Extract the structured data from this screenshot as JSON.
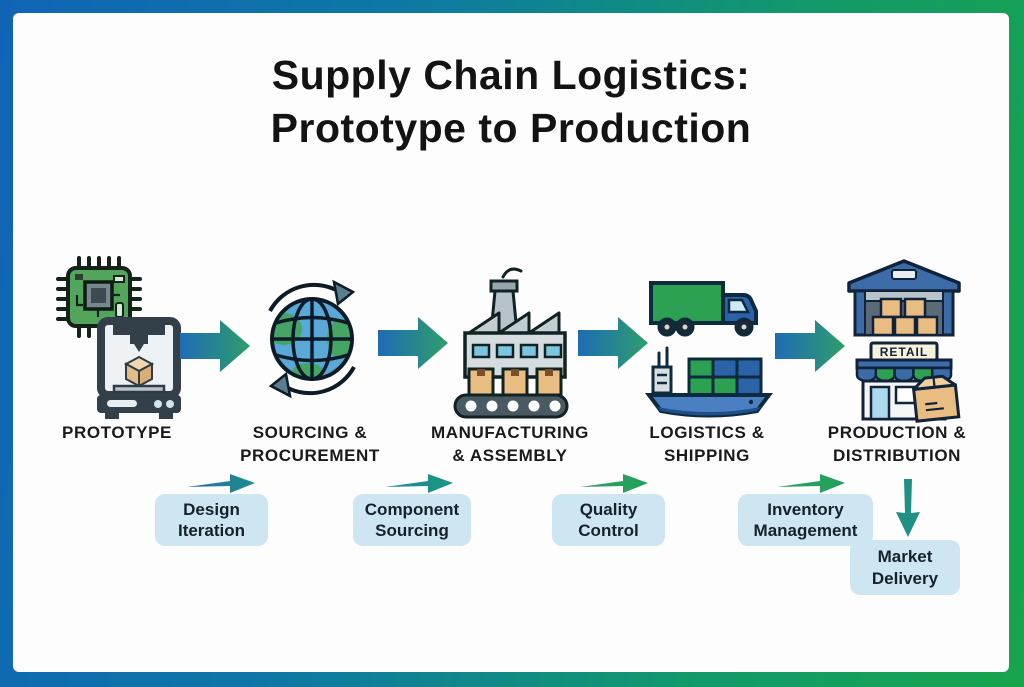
{
  "title": {
    "line1": "Supply Chain Logistics:",
    "line2": "Prototype to Production"
  },
  "stages": [
    {
      "id": "prototype",
      "line1": "PROTOTYPE",
      "line2": "",
      "icon": "circuit-chip-and-3d-printer"
    },
    {
      "id": "sourcing",
      "line1": "SOURCING &",
      "line2": "PROCUREMENT",
      "icon": "globe-with-cycle-arrows"
    },
    {
      "id": "manufacturing",
      "line1": "MANUFACTURING",
      "line2": "& ASSEMBLY",
      "icon": "factory-with-conveyor"
    },
    {
      "id": "logistics",
      "line1": "LOGISTICS &",
      "line2": "SHIPPING",
      "icon": "truck-and-cargo-ship"
    },
    {
      "id": "production",
      "line1": "PRODUCTION &",
      "line2": "DISTRIBUTION",
      "icon": "warehouse-and-retail-store"
    }
  ],
  "substeps": [
    {
      "line1": "Design",
      "line2": "Iteration",
      "arrow": "right"
    },
    {
      "line1": "Component",
      "line2": "Sourcing",
      "arrow": "right"
    },
    {
      "line1": "Quality",
      "line2": "Control",
      "arrow": "right"
    },
    {
      "line1": "Inventory",
      "line2": "Management",
      "arrow": "right"
    },
    {
      "line1": "Market",
      "line2": "Delivery",
      "arrow": "down"
    }
  ],
  "retail_sign": "RETAIL",
  "colors": {
    "frame_gradient_start": "#1064b5",
    "frame_gradient_end": "#17a44b",
    "flow_arrow_start": "#1f6cb5",
    "flow_arrow_end": "#2e9e6a",
    "substep_box_bg": "#cde6f2",
    "icon_green": "#2ba151",
    "icon_blue": "#2a63a8",
    "text_dark": "#1a1a1a"
  }
}
